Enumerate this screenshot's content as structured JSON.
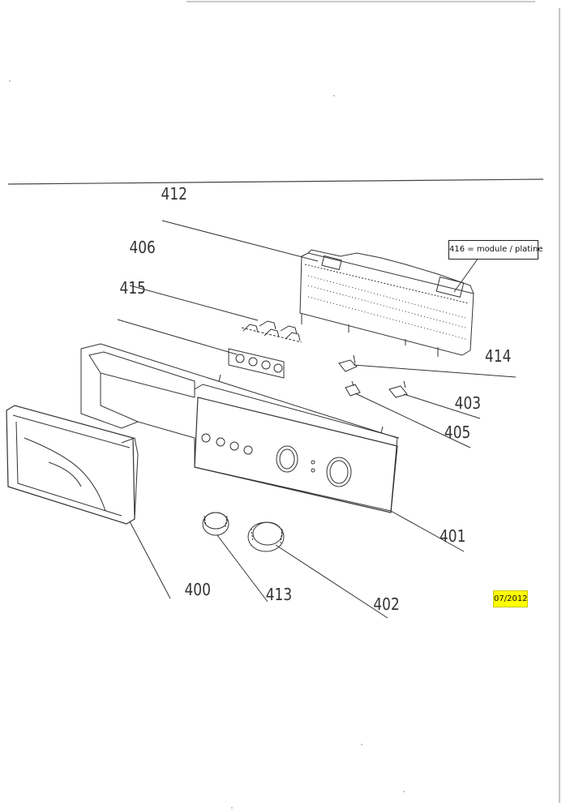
{
  "part_numbers": {
    "p412": "412",
    "p406": "406",
    "p415": "415",
    "p414": "414",
    "p403": "403",
    "p405": "405",
    "p401": "401",
    "p400": "400",
    "p413": "413",
    "p402": "402"
  },
  "module_note": "416 = module / platine",
  "date_stamp": "07/2012"
}
